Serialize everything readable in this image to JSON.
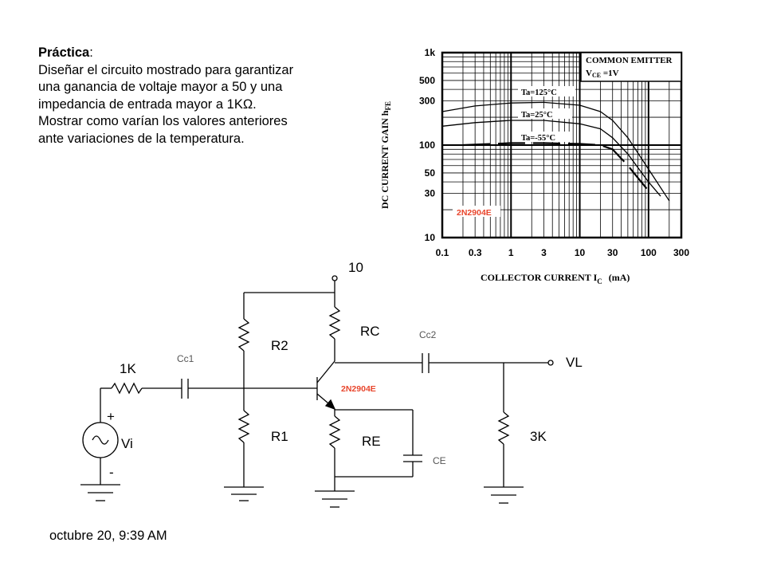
{
  "problem": {
    "heading": "Práctica",
    "heading_colon": ":",
    "lines": [
      "Diseñar el circuito mostrado para garantizar",
      "una ganancia de voltaje mayor a 50 y una",
      "impedancia de entrada mayor a 1KΩ.",
      "Mostrar como varían los valores anteriores",
      "ante variaciones de la temperatura."
    ]
  },
  "timestamp": "octubre 20, 9:39 AM",
  "graph": {
    "y_axis_title": "DC CURRENT GAIN h",
    "y_axis_sub": "FE",
    "x_axis_title": "COLLECTOR CURRENT I",
    "x_axis_sub": "C",
    "x_axis_unit": "(mA)",
    "box_title": "COMMON EMITTER",
    "box_cond": "V",
    "box_cond_sub": "CE",
    "box_cond_val": " =1V",
    "part_label": "2N2904E",
    "y_ticks": [
      "1k",
      "500",
      "300",
      "100",
      "50",
      "30",
      "10"
    ],
    "x_ticks": [
      "0.1",
      "0.3",
      "1",
      "3",
      "10",
      "30",
      "100",
      "300"
    ],
    "curve_labels": [
      "Ta=125°C",
      "Ta=25°C",
      "Ta=-55°C"
    ]
  },
  "chart_data": {
    "type": "line",
    "title": "",
    "xlabel": "COLLECTOR CURRENT IC (mA)",
    "ylabel": "DC CURRENT GAIN hFE",
    "xscale": "log",
    "yscale": "log",
    "xlim": [
      0.1,
      300
    ],
    "ylim": [
      10,
      1000
    ],
    "grid": true,
    "annotation": "COMMON EMITTER VCE=1V",
    "series": [
      {
        "name": "Ta=125°C",
        "x": [
          0.1,
          0.3,
          1,
          3,
          10,
          20,
          30,
          50,
          100,
          200
        ],
        "y": [
          230,
          265,
          285,
          290,
          270,
          230,
          185,
          120,
          55,
          25
        ]
      },
      {
        "name": "Ta=25°C",
        "x": [
          0.1,
          0.3,
          1,
          3,
          10,
          20,
          30,
          50,
          100,
          150
        ],
        "y": [
          160,
          175,
          185,
          185,
          170,
          150,
          120,
          80,
          40,
          28
        ]
      },
      {
        "name": "Ta=-55°C",
        "x": [
          0.2,
          1,
          3,
          10,
          20,
          30,
          50,
          100
        ],
        "y": [
          100,
          105,
          105,
          103,
          100,
          90,
          60,
          32
        ]
      }
    ]
  },
  "circuit": {
    "vcc": "10",
    "rc": "RC",
    "r2": "R2",
    "r1": "R1",
    "re": "RE",
    "ce": "CE",
    "cc1": "Cc1",
    "cc2": "Cc2",
    "rs": "1K",
    "rl": "3K",
    "vl": "VL",
    "vi": "Vi",
    "plus": "+",
    "minus": "-",
    "transistor": "2N2904E",
    "part_color": "#e8452c"
  }
}
